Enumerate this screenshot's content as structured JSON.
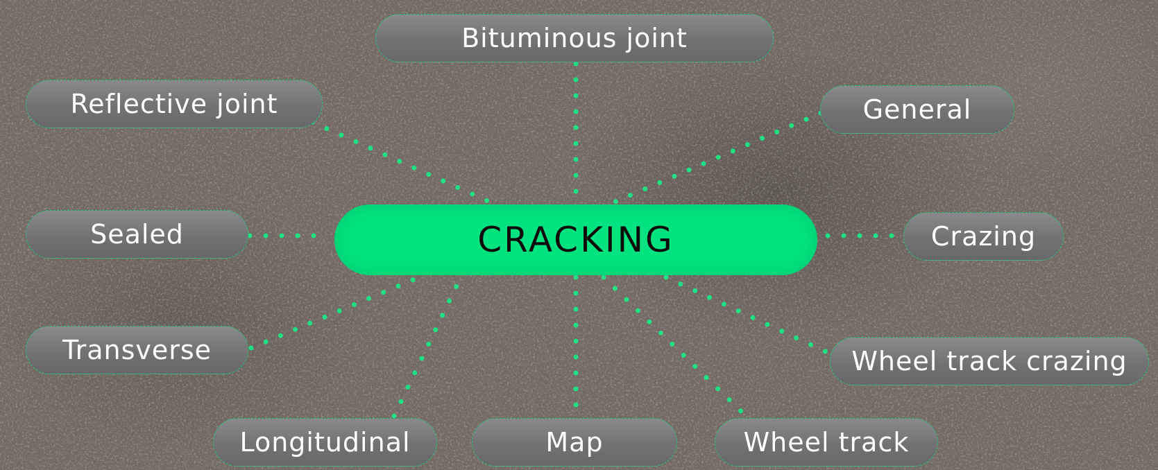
{
  "diagram": {
    "center": {
      "label": "CRACKING",
      "color": "#00e37f"
    },
    "accent_color": "#1fe083",
    "node_color": "#7a7a7d",
    "nodes": [
      {
        "id": "bituminous-joint",
        "label": "Bituminous joint"
      },
      {
        "id": "reflective-joint",
        "label": "Reflective joint"
      },
      {
        "id": "general",
        "label": "General"
      },
      {
        "id": "sealed",
        "label": "Sealed"
      },
      {
        "id": "crazing",
        "label": "Crazing"
      },
      {
        "id": "transverse",
        "label": "Transverse"
      },
      {
        "id": "wheel-track-crazing",
        "label": "Wheel track crazing"
      },
      {
        "id": "longitudinal",
        "label": "Longitudinal"
      },
      {
        "id": "map",
        "label": "Map"
      },
      {
        "id": "wheel-track",
        "label": "Wheel track"
      }
    ]
  }
}
